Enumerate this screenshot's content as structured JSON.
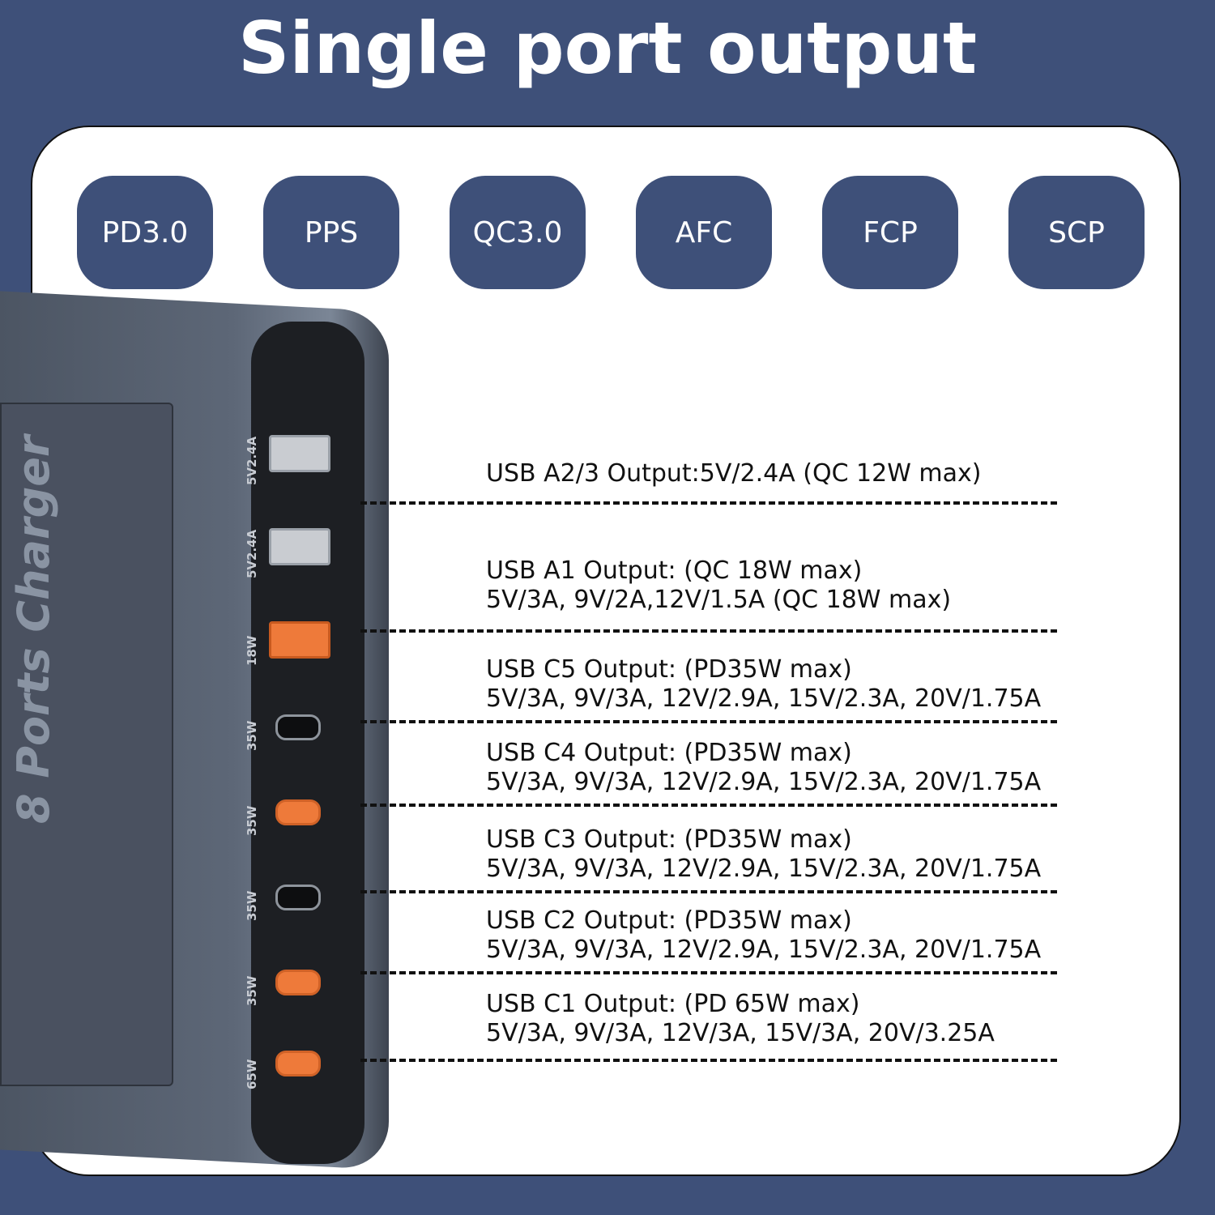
{
  "title": "Single port output",
  "badges": [
    "PD3.0",
    "PPS",
    "QC3.0",
    "AFC",
    "FCP",
    "SCP"
  ],
  "device": {
    "brand": "8 Ports Charger",
    "ports": [
      {
        "label": "5V2.4A",
        "type": "usb-a",
        "color": "#c9ccd1"
      },
      {
        "label": "5V2.4A",
        "type": "usb-a",
        "color": "#c9ccd1"
      },
      {
        "label": "18W",
        "type": "usb-a",
        "color": "#ee7a3a"
      },
      {
        "label": "35W",
        "type": "usb-c",
        "color": "#0d0e10"
      },
      {
        "label": "35W",
        "type": "usb-c",
        "color": "#ee7a3a"
      },
      {
        "label": "35W",
        "type": "usb-c",
        "color": "#0d0e10"
      },
      {
        "label": "35W",
        "type": "usb-c",
        "color": "#ee7a3a"
      },
      {
        "label": "65W",
        "type": "usb-c",
        "color": "#ee7a3a"
      }
    ]
  },
  "specs": [
    {
      "line1": "USB A2/3 Output:5V/2.4A (QC 12W max)",
      "line2": ""
    },
    {
      "line1": "USB A1 Output: (QC 18W max)",
      "line2": "5V/3A, 9V/2A,12V/1.5A (QC 18W max)"
    },
    {
      "line1": "USB C5 Output: (PD35W max)",
      "line2": "5V/3A, 9V/3A, 12V/2.9A, 15V/2.3A, 20V/1.75A"
    },
    {
      "line1": "USB C4 Output: (PD35W max)",
      "line2": "5V/3A, 9V/3A, 12V/2.9A, 15V/2.3A, 20V/1.75A"
    },
    {
      "line1": "USB C3 Output: (PD35W max)",
      "line2": "5V/3A, 9V/3A, 12V/2.9A, 15V/2.3A, 20V/1.75A"
    },
    {
      "line1": "USB C2 Output: (PD35W max)",
      "line2": "5V/3A, 9V/3A, 12V/2.9A, 15V/2.3A, 20V/1.75A"
    },
    {
      "line1": "USB C1 Output: (PD 65W max)",
      "line2": "5V/3A, 9V/3A, 12V/3A, 15V/3A, 20V/3.25A"
    }
  ],
  "colors": {
    "background": "#3e5079",
    "card": "#ffffff",
    "accent_orange": "#ee7a3a"
  }
}
